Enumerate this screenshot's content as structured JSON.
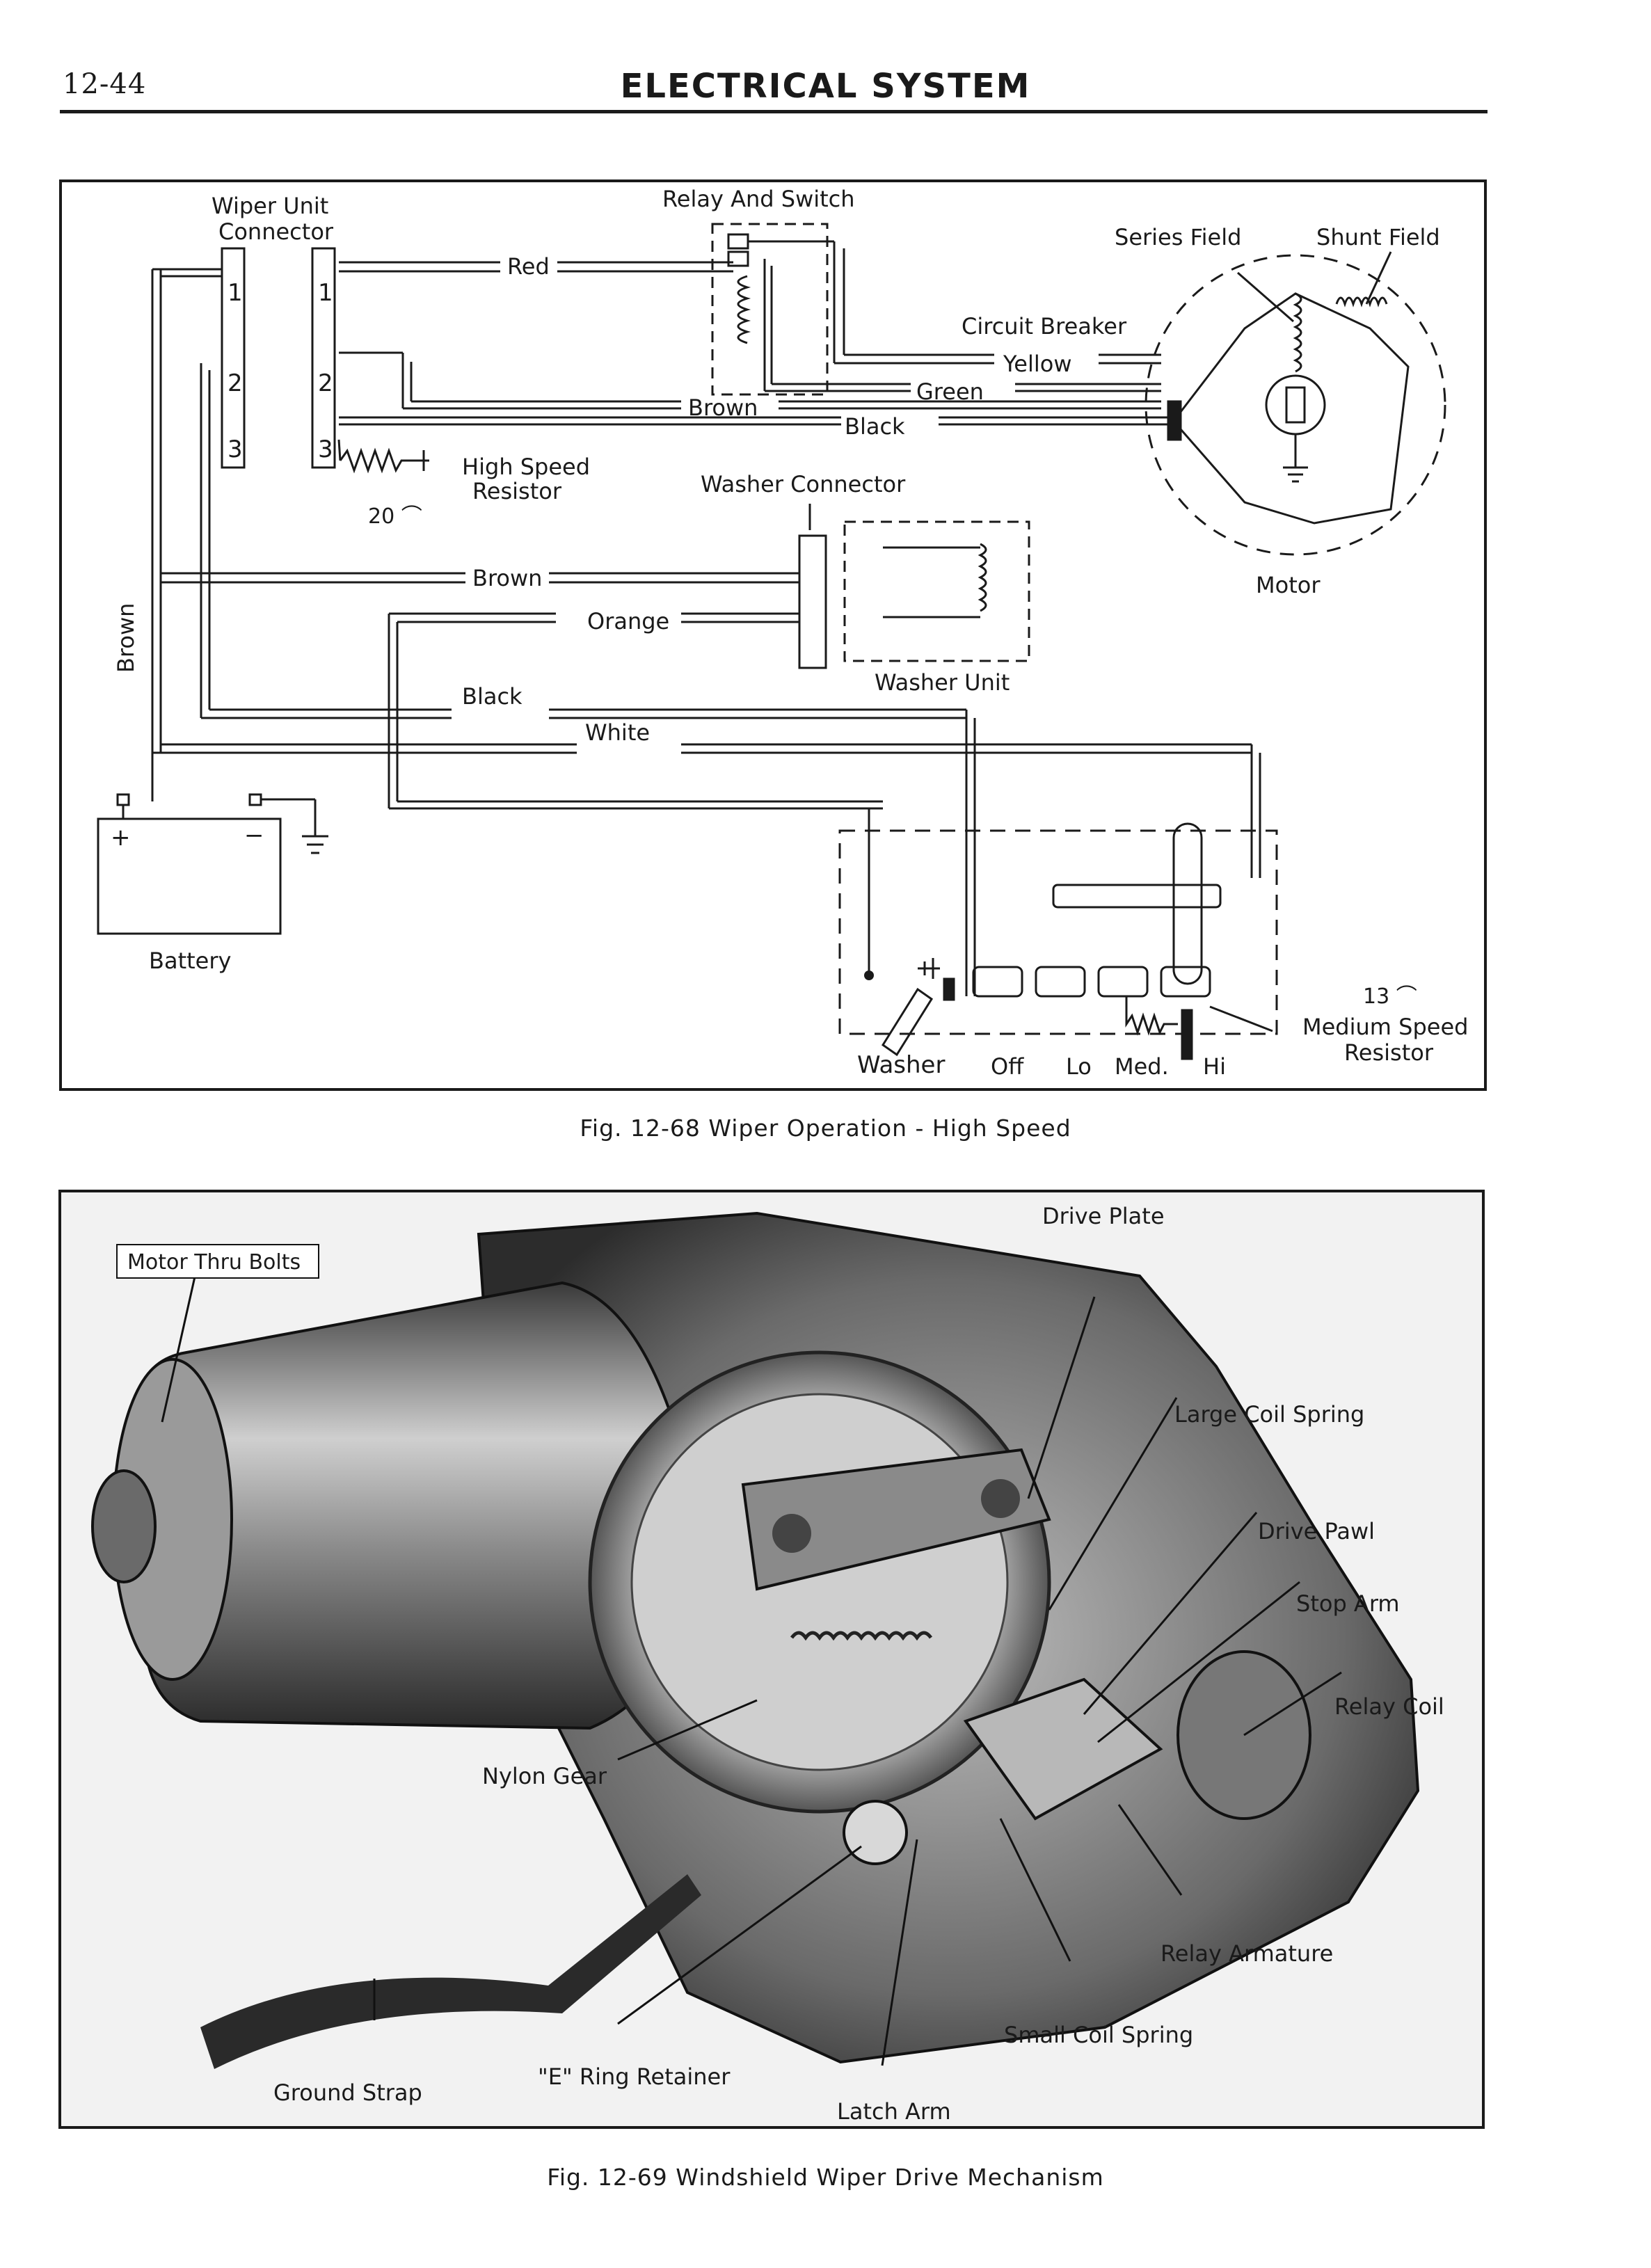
{
  "header": {
    "page_number": "12-44",
    "title": "ELECTRICAL SYSTEM"
  },
  "figure1": {
    "caption": "Fig. 12-68 Wiper Operation - High Speed",
    "labels": {
      "wiper_unit": "Wiper Unit",
      "connector": "Connector",
      "relay_and_switch": "Relay And Switch",
      "series_field": "Series Field",
      "shunt_field": "Shunt Field",
      "circuit_breaker": "Circuit Breaker",
      "red": "Red",
      "yellow": "Yellow",
      "green": "Green",
      "brown": "Brown",
      "black": "Black",
      "high_speed": "High Speed",
      "resistor": "Resistor",
      "ohm20": "20 ⌒",
      "washer_connector": "Washer Connector",
      "motor": "Motor",
      "brown2": "Brown",
      "orange": "Orange",
      "washer_unit": "Washer Unit",
      "black2": "Black",
      "white": "White",
      "brown_vertical": "Brown",
      "battery": "Battery",
      "plus": "+",
      "minus": "−",
      "pin1a": "1",
      "pin2a": "2",
      "pin3a": "3",
      "pin1b": "1",
      "pin2b": "2",
      "pin3b": "3",
      "ohm13": "13 ⌒",
      "medium_speed": "Medium Speed",
      "resistor2": "Resistor",
      "washer": "Washer",
      "off": "Off",
      "lo": "Lo",
      "med": "Med.",
      "hi": "Hi"
    }
  },
  "figure2": {
    "caption": "Fig. 12-69 Windshield Wiper Drive Mechanism",
    "labels": {
      "motor_thru_bolts": "Motor Thru Bolts",
      "drive_plate": "Drive Plate",
      "large_coil_spring": "Large Coil Spring",
      "drive_pawl": "Drive Pawl",
      "stop_arm": "Stop Arm",
      "relay_coil": "Relay Coil",
      "nylon_gear": "Nylon Gear",
      "relay_armature": "Relay Armature",
      "small_coil_spring": "Small Coil Spring",
      "ground_strap": "Ground Strap",
      "e_ring_retainer": "\"E\" Ring Retainer",
      "latch_arm": "Latch Arm"
    }
  }
}
